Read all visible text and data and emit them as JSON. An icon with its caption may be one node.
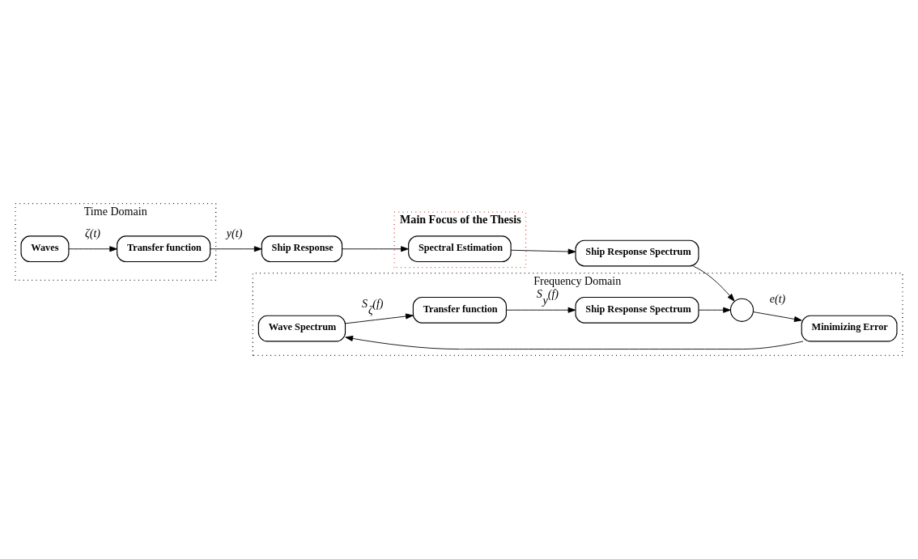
{
  "diagram": {
    "nodes": [
      {
        "text": [
          "Time Domain"
        ]
      },
      {
        "text": [
          "Waves"
        ],
        "in": 0
      },
      {
        "text": [
          "Transfer function"
        ],
        "in": 0
      },
      {
        "text": [
          "Ship Response"
        ]
      },
      {
        "text": [
          "Main Focus of the Thesis"
        ]
      },
      {
        "text": [
          "Spectral Estimation"
        ],
        "in": 4
      },
      {
        "text": [
          "Ship Response Spectrum"
        ]
      },
      {
        "text": [
          "Frequency Domain"
        ]
      },
      {
        "text": [
          "Wave Spectrum"
        ],
        "in": 7
      },
      {
        "text": [
          "Transfer function"
        ],
        "in": 7
      },
      {
        "text": [
          "Ship Response Spectrum"
        ],
        "in": 7
      },
      {
        "text": [],
        "shape": "circle",
        "in": 7
      },
      {
        "text": [
          "Minimizing Error"
        ],
        "in": 7
      }
    ],
    "edges": [
      {
        "from": 1,
        "to": 2,
        "arrow": "to",
        "label": "ζ(t)"
      },
      {
        "from": 2,
        "to": 3,
        "arrow": "to",
        "label": "y(t)"
      },
      {
        "from": 3,
        "to": 5,
        "arrow": "to"
      },
      {
        "from": 5,
        "to": 6,
        "arrow": "to"
      },
      {
        "from": 6,
        "to": 11,
        "arrow": "to"
      },
      {
        "from": 8,
        "to": 9,
        "arrow": "to",
        "label": "S$_{ζ}$(f)"
      },
      {
        "from": 9,
        "to": 10,
        "arrow": "to",
        "label": "S$_{y}$(f)"
      },
      {
        "from": 10,
        "to": 11,
        "arrow": "to"
      },
      {
        "from": 11,
        "to": 12,
        "arrow": "to",
        "label": "e(t)"
      },
      {
        "from": 12,
        "to": 8,
        "arrow": "to"
      }
    ]
  }
}
